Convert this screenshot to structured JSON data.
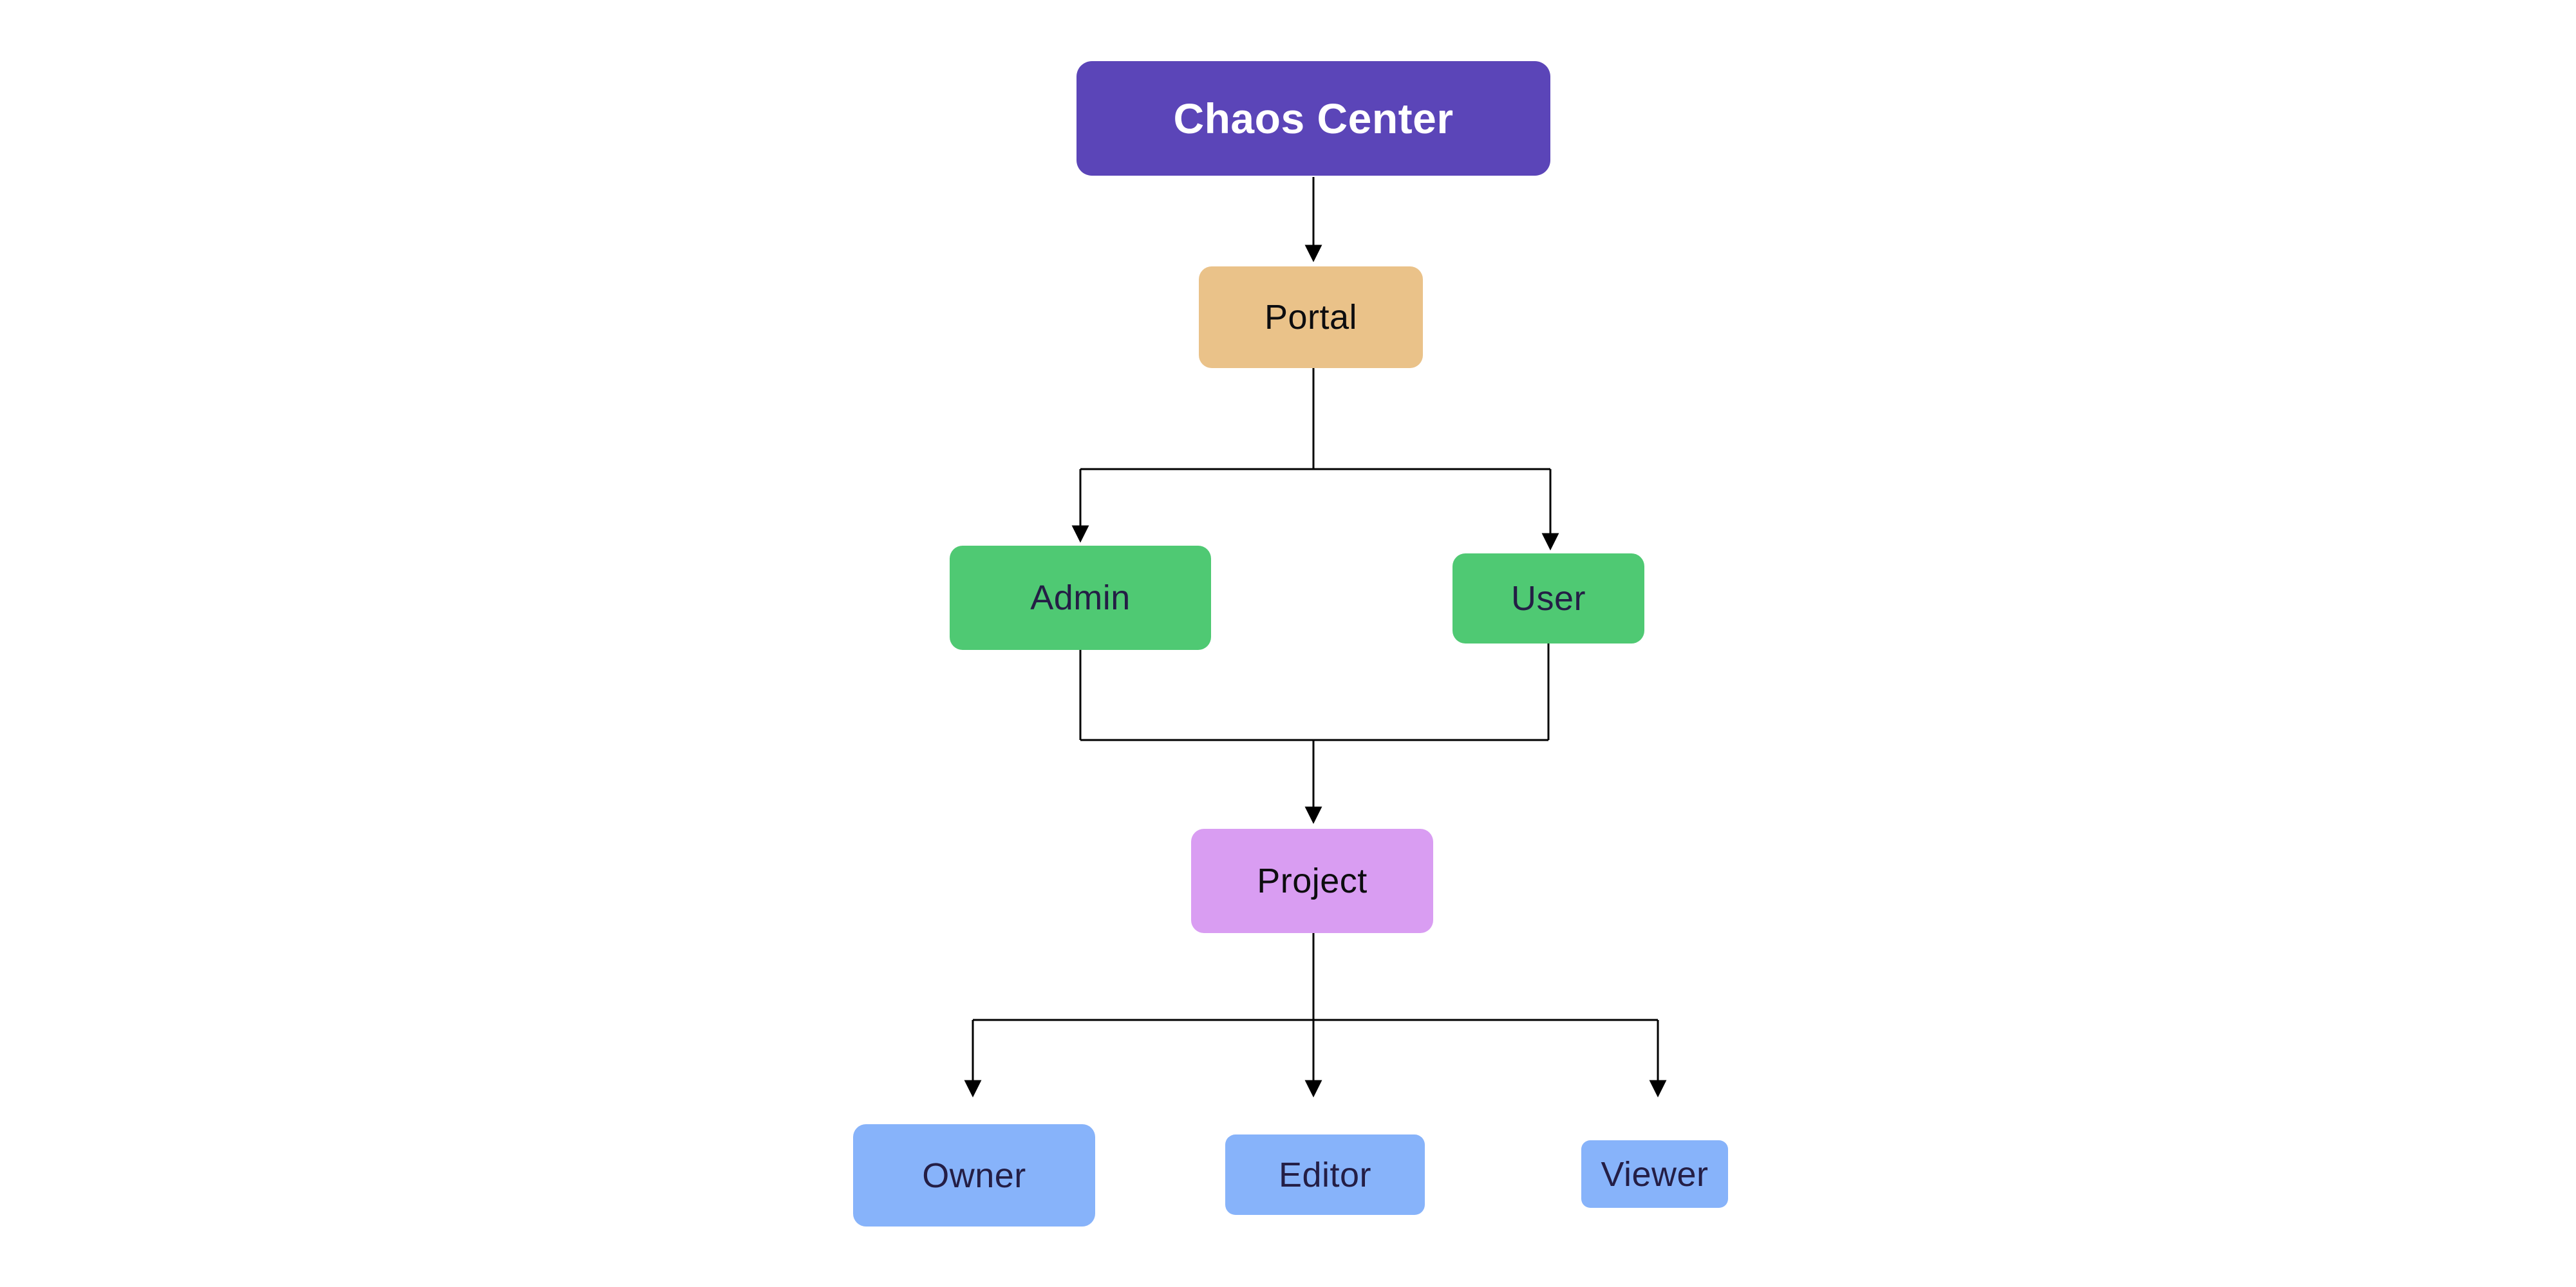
{
  "diagram": {
    "type": "flowchart",
    "background": "#FFFFFF"
  },
  "connector": {
    "color": "#000000"
  },
  "nodes": {
    "chaos_center": {
      "label": "Chaos Center",
      "fill": "#5B45B8",
      "text_color": "#FFFFFF"
    },
    "portal": {
      "label": "Portal",
      "fill": "#EAC289",
      "text_color": "#0D0D0F"
    },
    "admin": {
      "label": "Admin",
      "fill": "#4FC973",
      "text_color": "#241E45"
    },
    "user": {
      "label": "User",
      "fill": "#4FC973",
      "text_color": "#241E45"
    },
    "project": {
      "label": "Project",
      "fill": "#D99DF2",
      "text_color": "#0D0D0F"
    },
    "owner": {
      "label": "Owner",
      "fill": "#87B3FA",
      "text_color": "#241E45"
    },
    "editor": {
      "label": "Editor",
      "fill": "#87B3FA",
      "text_color": "#241E45"
    },
    "viewer": {
      "label": "Viewer",
      "fill": "#87B3FA",
      "text_color": "#241E45"
    }
  },
  "edges": [
    {
      "from": "Chaos Center",
      "to": "Portal"
    },
    {
      "from": "Portal",
      "to": "Admin"
    },
    {
      "from": "Portal",
      "to": "User"
    },
    {
      "from": "Admin",
      "to": "Project"
    },
    {
      "from": "User",
      "to": "Project"
    },
    {
      "from": "Project",
      "to": "Owner"
    },
    {
      "from": "Project",
      "to": "Editor"
    },
    {
      "from": "Project",
      "to": "Viewer"
    }
  ]
}
